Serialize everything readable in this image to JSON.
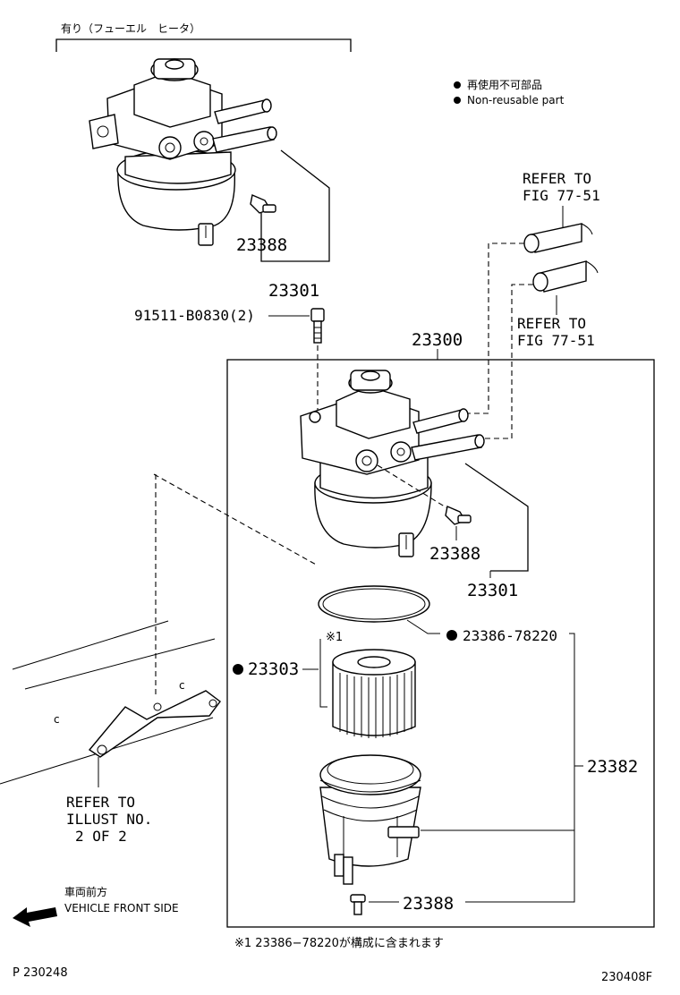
{
  "header_label": "有り（フューエル　ヒータ）",
  "legend": {
    "jp": "再使用不可部品",
    "en": "Non-reusable part"
  },
  "refer_top": [
    "REFER TO",
    "FIG 77-51"
  ],
  "refer_mid": [
    "REFER TO",
    "FIG 77-51"
  ],
  "refer_illust": [
    "REFER TO",
    "ILLUST NO.",
    "2 OF 2"
  ],
  "parts": {
    "p23388_top": "23388",
    "p23301_top": "23301",
    "p91511": "91511-B0830(2)",
    "p23300": "23300",
    "p23388_mid": "23388",
    "p23301_mid": "23301",
    "p23386": "23386-78220",
    "p23303": "23303",
    "p23382": "23382",
    "p23388_bot": "23388"
  },
  "note_mark": "※1",
  "footnote": "※1 23386−78220が構成に含まれます",
  "direction": {
    "jp": "車両前方",
    "en": "VEHICLE FRONT SIDE"
  },
  "page_left": "P 230248",
  "page_right": "230408F"
}
